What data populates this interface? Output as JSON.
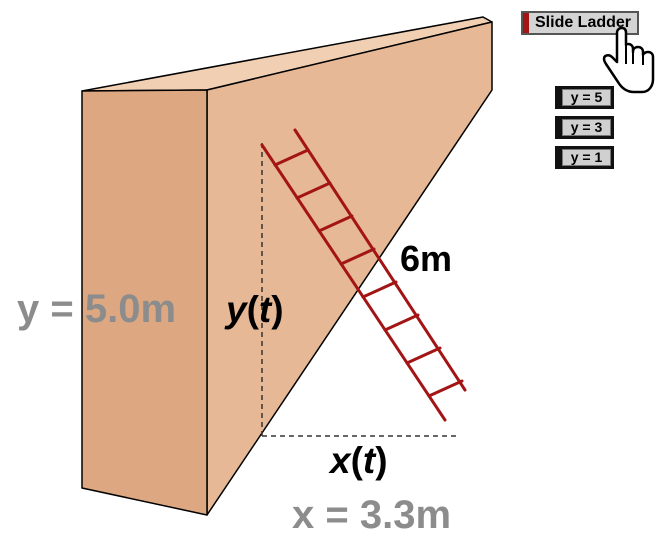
{
  "colors": {
    "wall_front": "#dda881",
    "wall_side": "#e6b895",
    "wall_top": "#f0cfb3",
    "ladder": "#a31515",
    "readout_text": "#8c8c8c",
    "button_face": "#d4d4d4",
    "button_bg": "#111111"
  },
  "controls": {
    "slide_button_label": "Slide Ladder",
    "height_buttons": [
      {
        "label": "y = 5"
      },
      {
        "label": "y = 3"
      },
      {
        "label": "y = 1"
      }
    ]
  },
  "labels": {
    "ladder_length": "6m",
    "height_var": "y",
    "base_var": "x",
    "t_var": "t",
    "paren_open": "(",
    "paren_close": ")"
  },
  "readouts": {
    "height": "y = 5.0m",
    "base": "x = 3.3m"
  },
  "icons": {
    "cursor": "hand-pointer-icon"
  }
}
